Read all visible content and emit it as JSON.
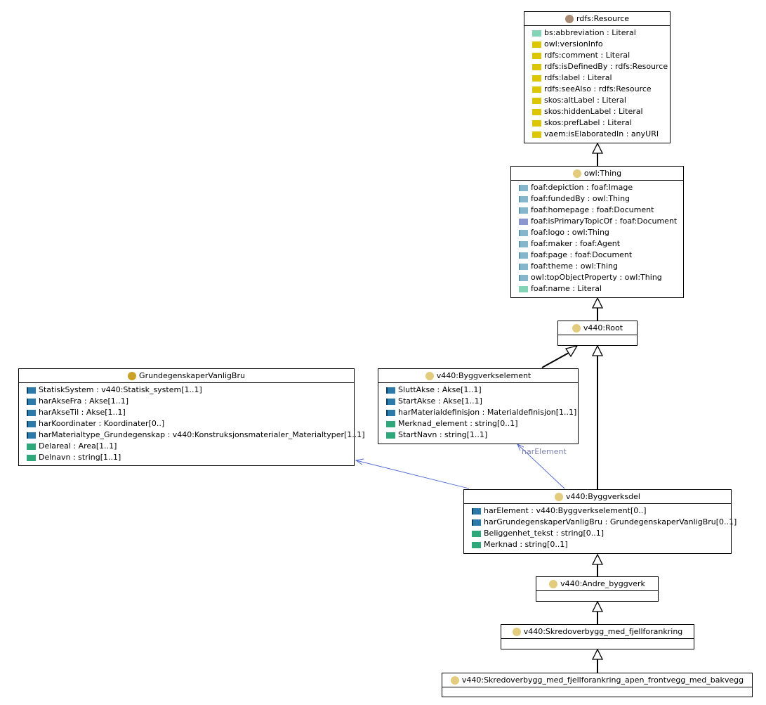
{
  "colors": {
    "object_property": "#2a7aaa",
    "datatype_property": "#2ea87a",
    "literal_property": "#83d4b6",
    "annotation_property": "#ddc608",
    "inherited_object_property": "#84b6cc",
    "class_dot": "#e3cc7e",
    "class_dot_strong": "#c9a227",
    "resource_dot": "#a98a74",
    "association_edge": "#4a63d0"
  },
  "classes": {
    "rdfs_resource": {
      "title": "rdfs:Resource",
      "attributes": [
        {
          "label": "bs:abbreviation : Literal",
          "icon": "lit"
        },
        {
          "label": "owl:versionInfo",
          "icon": "ann"
        },
        {
          "label": "rdfs:comment : Literal",
          "icon": "ann"
        },
        {
          "label": "rdfs:isDefinedBy : rdfs:Resource",
          "icon": "ann"
        },
        {
          "label": "rdfs:label : Literal",
          "icon": "ann"
        },
        {
          "label": "rdfs:seeAlso : rdfs:Resource",
          "icon": "ann"
        },
        {
          "label": "skos:altLabel : Literal",
          "icon": "ann"
        },
        {
          "label": "skos:hiddenLabel : Literal",
          "icon": "ann"
        },
        {
          "label": "skos:prefLabel : Literal",
          "icon": "ann"
        },
        {
          "label": "vaem:isElaboratedIn : anyURI",
          "icon": "ann"
        }
      ]
    },
    "owl_thing": {
      "title": "owl:Thing",
      "attributes": [
        {
          "label": "foaf:depiction : foaf:Image",
          "icon": "lobj"
        },
        {
          "label": "foaf:fundedBy : owl:Thing",
          "icon": "lobj"
        },
        {
          "label": "foaf:homepage : foaf:Document",
          "icon": "lobj"
        },
        {
          "label": "foaf:isPrimaryTopicOf : foaf:Document",
          "icon": "pobj"
        },
        {
          "label": "foaf:logo : owl:Thing",
          "icon": "lobj"
        },
        {
          "label": "foaf:maker : foaf:Agent",
          "icon": "lobj"
        },
        {
          "label": "foaf:page : foaf:Document",
          "icon": "lobj"
        },
        {
          "label": "foaf:theme : owl:Thing",
          "icon": "lobj"
        },
        {
          "label": "owl:topObjectProperty : owl:Thing",
          "icon": "lobj"
        },
        {
          "label": "foaf:name : Literal",
          "icon": "lit"
        }
      ]
    },
    "v440_root": {
      "title": "v440:Root",
      "attributes": []
    },
    "grundegenskaper": {
      "title": "GrundegenskaperVanligBru",
      "attributes": [
        {
          "label": "StatiskSystem : v440:Statisk_system[1..1]",
          "icon": "obj"
        },
        {
          "label": "harAkseFra : Akse[1..1]",
          "icon": "obj"
        },
        {
          "label": "harAkseTil : Akse[1..1]",
          "icon": "obj"
        },
        {
          "label": "harKoordinater : Koordinater[0..]",
          "icon": "obj"
        },
        {
          "label": "harMaterialtype_Grundegenskap : v440:Konstruksjonsmaterialer_Materialtyper[1..1]",
          "icon": "obj"
        },
        {
          "label": "Delareal : Area[1..1]",
          "icon": "data"
        },
        {
          "label": "Delnavn : string[1..1]",
          "icon": "data"
        }
      ]
    },
    "byggverkselement": {
      "title": "v440:Byggverkselement",
      "attributes": [
        {
          "label": "SluttAkse : Akse[1..1]",
          "icon": "obj"
        },
        {
          "label": "StartAkse : Akse[1..1]",
          "icon": "obj"
        },
        {
          "label": "harMaterialdefinisjon : Materialdefinisjon[1..1]",
          "icon": "obj"
        },
        {
          "label": "Merknad_element : string[0..1]",
          "icon": "data"
        },
        {
          "label": "StartNavn : string[1..1]",
          "icon": "data"
        }
      ]
    },
    "byggverksdel": {
      "title": "v440:Byggverksdel",
      "attributes": [
        {
          "label": "harElement : v440:Byggverkselement[0..]",
          "icon": "obj"
        },
        {
          "label": "harGrundegenskaperVanligBru : GrundegenskaperVanligBru[0..1]",
          "icon": "obj"
        },
        {
          "label": "Beliggenhet_tekst : string[0..1]",
          "icon": "data"
        },
        {
          "label": "Merknad : string[0..1]",
          "icon": "data"
        }
      ]
    },
    "andre_byggverk": {
      "title": "v440:Andre_byggverk",
      "attributes": []
    },
    "skredoverbygg": {
      "title": "v440:Skredoverbygg_med_fjellforankring",
      "attributes": []
    },
    "skredoverbygg_apen": {
      "title": "v440:Skredoverbygg_med_fjellforankring_apen_frontvegg_med_bakvegg",
      "attributes": []
    }
  },
  "edges": {
    "har_element_label": "harElement"
  }
}
